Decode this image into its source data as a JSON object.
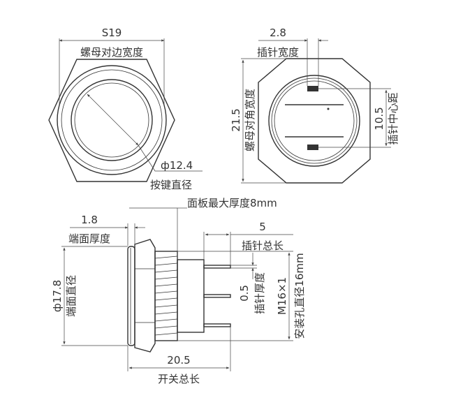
{
  "top_left": {
    "hex_dim_value": "S19",
    "hex_dim_label": "螺母对边宽度",
    "button_dim_value": "ф12.4",
    "button_dim_label": "按键直径"
  },
  "top_right": {
    "pin_width_value": "2.8",
    "pin_width_label": "插针宽度",
    "nut_corner_value": "21.5",
    "nut_corner_label": "螺母对角宽度",
    "pin_spacing_value": "10.5",
    "pin_spacing_label": "插针中心距"
  },
  "side_view": {
    "panel_label": "面板最大厚度8mm",
    "end_thickness_value": "1.8",
    "end_thickness_label": "端面厚度",
    "pin_length_value": "5",
    "pin_length_label": "插针总长",
    "end_diameter_value": "ф17.8",
    "end_diameter_label": "端面直径",
    "pin_thickness_value": "0.5",
    "pin_thickness_label": "插针厚度",
    "thread_value": "M16×1",
    "thread_label": "安装孔直径16mm",
    "total_length_value": "20.5",
    "total_length_label": "开关总长"
  },
  "colors": {
    "line": "#333333",
    "background": "#ffffff"
  }
}
